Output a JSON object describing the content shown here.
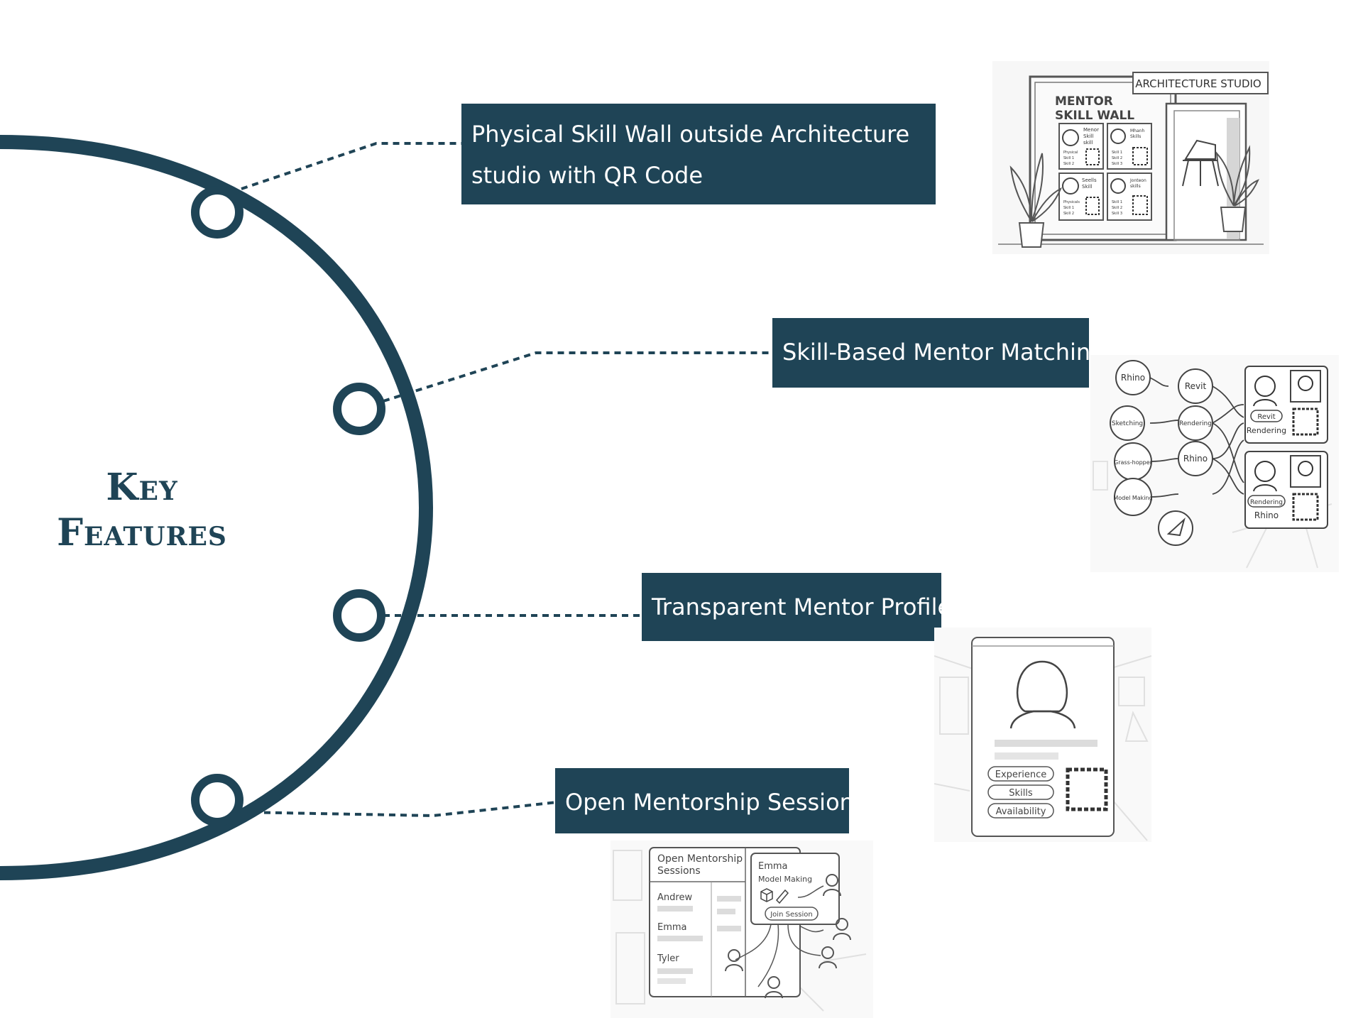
{
  "title_lines": [
    "Key",
    "Features"
  ],
  "features": [
    {
      "label_lines": [
        "Physical Skill Wall outside Architecture",
        "studio with QR Code"
      ],
      "icon": "skill-wall-illustration"
    },
    {
      "label_lines": [
        "Skill-Based Mentor Matching"
      ],
      "icon": "mentor-matching-illustration"
    },
    {
      "label_lines": [
        "Transparent Mentor Profile"
      ],
      "icon": "mentor-profile-illustration"
    },
    {
      "label_lines": [
        "Open Mentorship Sessions"
      ],
      "icon": "mentorship-sessions-illustration"
    }
  ],
  "illustrations": {
    "skill_wall": {
      "sign": "ARCHITECTURE STUDIO",
      "heading_lines": [
        "MENTOR",
        "SKILL WALL"
      ],
      "cards": [
        {
          "name_lines": [
            "Menor",
            "Skill",
            "skill"
          ],
          "items": [
            "Physical",
            "Skill 1",
            "Skill 2"
          ]
        },
        {
          "name_lines": [
            "Mhanh",
            "Skills"
          ],
          "items": [
            "Skill 1",
            "Skill 2",
            "Skill 3"
          ]
        },
        {
          "name_lines": [
            "Seells",
            "Skill"
          ],
          "items": [
            "Physicals",
            "Skill 1",
            "Skill 2"
          ]
        },
        {
          "name_lines": [
            "Jonteon",
            "skills"
          ],
          "items": [
            "Skill 1",
            "Skill 2",
            "Skill 3"
          ]
        }
      ]
    },
    "matching": {
      "skills_left": [
        "Rhino",
        "Sketching",
        "Grass-hopper",
        "Model Making"
      ],
      "skills_mid": [
        "Revit",
        "Rendering",
        "Rhino"
      ],
      "mentor1": {
        "tag": "Revit",
        "skill": "Rendering"
      },
      "mentor2": {
        "tag": "Rendering",
        "skill": "Rhino"
      }
    },
    "profile": {
      "buttons": [
        "Experience",
        "Skills",
        "Availability"
      ]
    },
    "sessions": {
      "panel_title_lines": [
        "Open Mentorship",
        "Sessions"
      ],
      "people": [
        "Andrew",
        "Emma",
        "Tyler"
      ],
      "detail_name": "Emma",
      "detail_skill": "Model Making",
      "join_label": "Join Session"
    }
  },
  "colors": {
    "primary": "#1f4456",
    "text_on_primary": "#ffffff",
    "sketch": "#555555"
  }
}
